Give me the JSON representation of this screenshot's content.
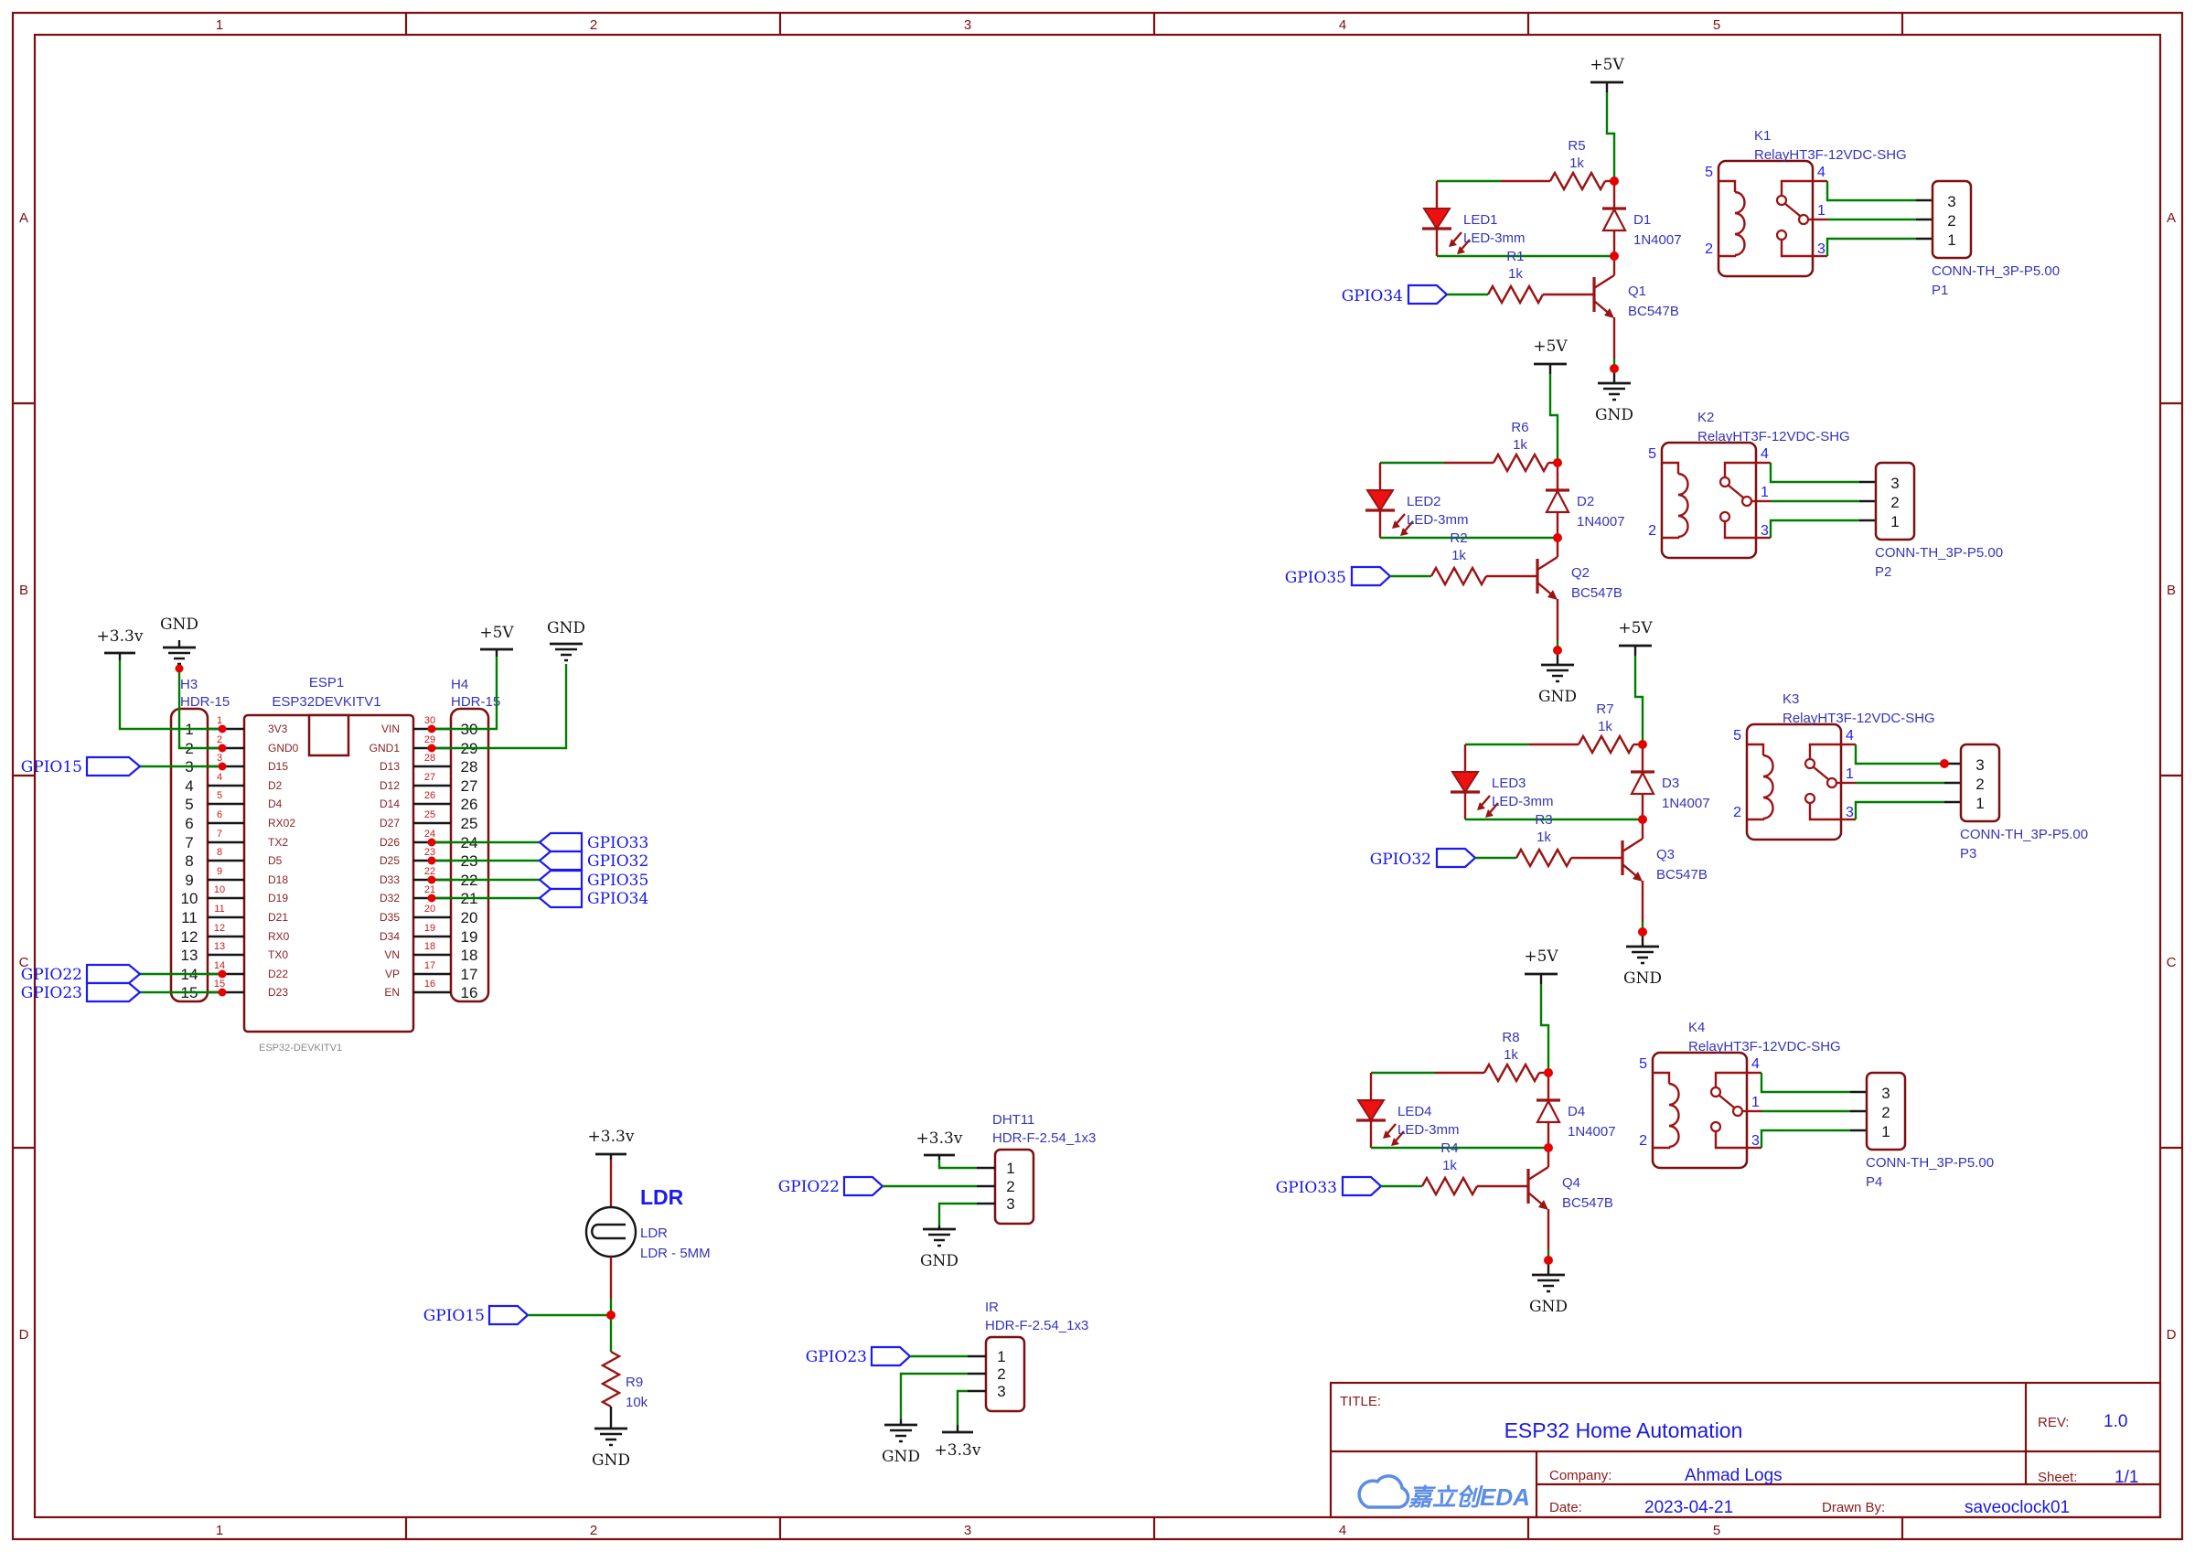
{
  "frame": {
    "columns": [
      "1",
      "2",
      "3",
      "4",
      "5"
    ],
    "rows": [
      "A",
      "B",
      "C",
      "D"
    ]
  },
  "esp32": {
    "h3": {
      "ref": "H3",
      "part": "HDR-15"
    },
    "h4": {
      "ref": "H4",
      "part": "HDR-15"
    },
    "chip": {
      "ref": "ESP1",
      "part": "ESP32DEVKITV1",
      "footprint": "ESP32-DEVKITV1"
    },
    "power": {
      "p33": "+3.3v",
      "gnd_left": "GND",
      "p5": "+5V",
      "gnd_right": "GND"
    },
    "left_pins": [
      {
        "num": "1",
        "name": "3V3"
      },
      {
        "num": "2",
        "name": "GND0"
      },
      {
        "num": "3",
        "name": "D15"
      },
      {
        "num": "4",
        "name": "D2"
      },
      {
        "num": "5",
        "name": "D4"
      },
      {
        "num": "6",
        "name": "RX02"
      },
      {
        "num": "7",
        "name": "TX2"
      },
      {
        "num": "8",
        "name": "D5"
      },
      {
        "num": "9",
        "name": "D18"
      },
      {
        "num": "10",
        "name": "D19"
      },
      {
        "num": "11",
        "name": "D21"
      },
      {
        "num": "12",
        "name": "RX0"
      },
      {
        "num": "13",
        "name": "TX0"
      },
      {
        "num": "14",
        "name": "D22"
      },
      {
        "num": "15",
        "name": "D23"
      }
    ],
    "right_pins": [
      {
        "num": "30",
        "name": "VIN"
      },
      {
        "num": "29",
        "name": "GND1"
      },
      {
        "num": "28",
        "name": "D13"
      },
      {
        "num": "27",
        "name": "D12"
      },
      {
        "num": "26",
        "name": "D14"
      },
      {
        "num": "25",
        "name": "D27"
      },
      {
        "num": "24",
        "name": "D26"
      },
      {
        "num": "23",
        "name": "D25"
      },
      {
        "num": "22",
        "name": "D33"
      },
      {
        "num": "21",
        "name": "D32"
      },
      {
        "num": "20",
        "name": "D35"
      },
      {
        "num": "19",
        "name": "D34"
      },
      {
        "num": "18",
        "name": "VN"
      },
      {
        "num": "17",
        "name": "VP"
      },
      {
        "num": "16",
        "name": "EN"
      }
    ],
    "flags_left": [
      {
        "label": "GPIO15"
      },
      {
        "label": "GPIO22"
      },
      {
        "label": "GPIO23"
      }
    ],
    "flags_right": [
      {
        "label": "GPIO33"
      },
      {
        "label": "GPIO32"
      },
      {
        "label": "GPIO35"
      },
      {
        "label": "GPIO34"
      }
    ]
  },
  "channels": [
    {
      "supply": "+5V",
      "gnd": "GND",
      "gpio": "GPIO34",
      "r_top": {
        "ref": "R5",
        "value": "1k"
      },
      "r_base": {
        "ref": "R1",
        "value": "1k"
      },
      "led": {
        "ref": "LED1",
        "name": "LED-3mm"
      },
      "diode": {
        "ref": "D1",
        "value": "1N4007"
      },
      "transistor": {
        "ref": "Q1",
        "value": "BC547B"
      },
      "relay": {
        "ref": "K1",
        "name": "RelayHT3F-12VDC-SHG",
        "pins": {
          "p5": "5",
          "p4": "4",
          "p1": "1",
          "p3": "3",
          "p2": "2"
        }
      },
      "connector": {
        "ref": "P1",
        "name": "CONN-TH_3P-P5.00",
        "pins": [
          "3",
          "2",
          "1"
        ]
      }
    },
    {
      "supply": "+5V",
      "gnd": "GND",
      "gpio": "GPIO35",
      "r_top": {
        "ref": "R6",
        "value": "1k"
      },
      "r_base": {
        "ref": "R2",
        "value": "1k"
      },
      "led": {
        "ref": "LED2",
        "name": "LED-3mm"
      },
      "diode": {
        "ref": "D2",
        "value": "1N4007"
      },
      "transistor": {
        "ref": "Q2",
        "value": "BC547B"
      },
      "relay": {
        "ref": "K2",
        "name": "RelayHT3F-12VDC-SHG",
        "pins": {
          "p5": "5",
          "p4": "4",
          "p1": "1",
          "p3": "3",
          "p2": "2"
        }
      },
      "connector": {
        "ref": "P2",
        "name": "CONN-TH_3P-P5.00",
        "pins": [
          "3",
          "2",
          "1"
        ]
      }
    },
    {
      "supply": "+5V",
      "gnd": "GND",
      "gpio": "GPIO32",
      "r_top": {
        "ref": "R7",
        "value": "1k"
      },
      "r_base": {
        "ref": "R3",
        "value": "1k"
      },
      "led": {
        "ref": "LED3",
        "name": "LED-3mm"
      },
      "diode": {
        "ref": "D3",
        "value": "1N4007"
      },
      "transistor": {
        "ref": "Q3",
        "value": "BC547B"
      },
      "relay": {
        "ref": "K3",
        "name": "RelayHT3F-12VDC-SHG",
        "pins": {
          "p5": "5",
          "p4": "4",
          "p1": "1",
          "p3": "3",
          "p2": "2"
        }
      },
      "connector": {
        "ref": "P3",
        "name": "CONN-TH_3P-P5.00",
        "pins": [
          "3",
          "2",
          "1"
        ]
      }
    },
    {
      "supply": "+5V",
      "gnd": "GND",
      "gpio": "GPIO33",
      "r_top": {
        "ref": "R8",
        "value": "1k"
      },
      "r_base": {
        "ref": "R4",
        "value": "1k"
      },
      "led": {
        "ref": "LED4",
        "name": "LED-3mm"
      },
      "diode": {
        "ref": "D4",
        "value": "1N4007"
      },
      "transistor": {
        "ref": "Q4",
        "value": "BC547B"
      },
      "relay": {
        "ref": "K4",
        "name": "RelayHT3F-12VDC-SHG",
        "pins": {
          "p5": "5",
          "p4": "4",
          "p1": "1",
          "p3": "3",
          "p2": "2"
        }
      },
      "connector": {
        "ref": "P4",
        "name": "CONN-TH_3P-P5.00",
        "pins": [
          "3",
          "2",
          "1"
        ]
      }
    }
  ],
  "ldr": {
    "supply": "+3.3v",
    "ref": "LDR",
    "name": "LDR",
    "footprint": "LDR - 5MM",
    "gpio": "GPIO15",
    "resistor": {
      "ref": "R9",
      "value": "10k"
    },
    "gnd": "GND"
  },
  "dht11": {
    "ref": "DHT11",
    "part": "HDR-F-2.54_1x3",
    "pins": [
      "1",
      "2",
      "3"
    ],
    "supply": "+3.3v",
    "gpio": "GPIO22",
    "gnd": "GND"
  },
  "ir": {
    "ref": "IR",
    "part": "HDR-F-2.54_1x3",
    "pins": [
      "1",
      "2",
      "3"
    ],
    "gpio": "GPIO23",
    "gnd": "GND",
    "supply": "+3.3v"
  },
  "title_block": {
    "title_label": "TITLE:",
    "title": "ESP32 Home Automation",
    "rev_label": "REV:",
    "rev": "1.0",
    "company_label": "Company:",
    "company": "Ahmad Logs",
    "sheet_label": "Sheet:",
    "sheet": "1/1",
    "date_label": "Date:",
    "date": "2023-04-21",
    "drawn_label": "Drawn By:",
    "drawn_by": "saveoclock01",
    "logo": "嘉立创EDA"
  }
}
